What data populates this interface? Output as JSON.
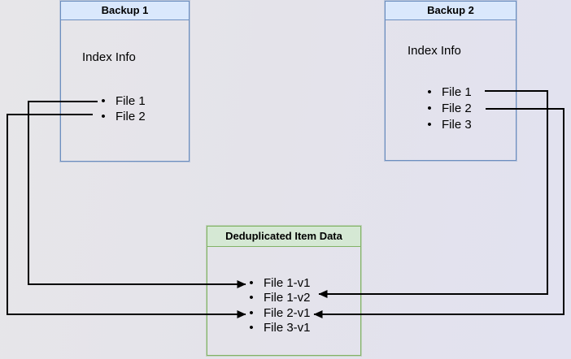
{
  "diagram": {
    "backup1": {
      "title": "Backup 1",
      "label": "Index Info",
      "files": [
        "File 1",
        "File 2"
      ]
    },
    "backup2": {
      "title": "Backup 2",
      "label": "Index Info",
      "files": [
        "File 1",
        "File 2",
        "File 3"
      ]
    },
    "dedup": {
      "title": "Deduplicated Item Data",
      "items": [
        "File 1-v1",
        "File 1-v2",
        "File 2-v1",
        "File 3-v1"
      ]
    },
    "connections": [
      {
        "from": "Backup 1 / File 1",
        "to": "File 1-v1"
      },
      {
        "from": "Backup 1 / File 2",
        "to": "File 2-v1"
      },
      {
        "from": "Backup 2 / File 1",
        "to": "File 1-v2"
      },
      {
        "from": "Backup 2 / File 2",
        "to": "File 2-v1"
      }
    ],
    "colors": {
      "blue_header_fill": "#dae8fc",
      "blue_border": "#6c8ebf",
      "green_header_fill": "#d5e8d4",
      "green_border": "#82b366",
      "arrow": "#000000",
      "text": "#000000"
    }
  }
}
